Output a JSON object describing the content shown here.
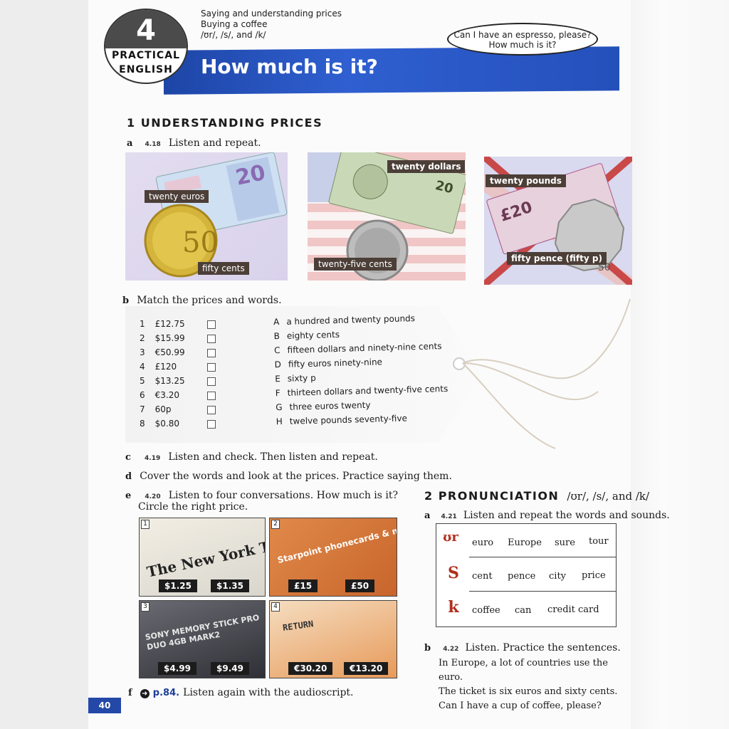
{
  "header": {
    "unit_number": "4",
    "unit_label_1": "PRACTICAL",
    "unit_label_2": "ENGLISH",
    "title": "How much is it?",
    "topics": [
      "Saying and understanding prices",
      "Buying a coffee",
      "/ʊr/, /s/, and /k/"
    ],
    "bubble_line1": "Can I have an espresso, please?",
    "bubble_line2": "How much is it?"
  },
  "section1": {
    "heading": "1 UNDERSTANDING PRICES",
    "a": {
      "letter": "a",
      "track": "4.18",
      "text": "Listen and repeat."
    },
    "images": [
      {
        "labels": [
          "twenty euros",
          "fifty cents"
        ]
      },
      {
        "labels": [
          "twenty dollars",
          "twenty-five cents"
        ]
      },
      {
        "labels": [
          "twenty pounds",
          "fifty pence (fifty p)"
        ]
      }
    ],
    "b": {
      "letter": "b",
      "text": "Match the prices and words."
    },
    "prices": [
      {
        "n": "1",
        "v": "£12.75"
      },
      {
        "n": "2",
        "v": "$15.99"
      },
      {
        "n": "3",
        "v": "€50.99"
      },
      {
        "n": "4",
        "v": "£120"
      },
      {
        "n": "5",
        "v": "$13.25"
      },
      {
        "n": "6",
        "v": "€3.20"
      },
      {
        "n": "7",
        "v": "60p"
      },
      {
        "n": "8",
        "v": "$0.80"
      }
    ],
    "words": [
      {
        "l": "A",
        "t": "a hundred and twenty pounds"
      },
      {
        "l": "B",
        "t": "eighty cents"
      },
      {
        "l": "C",
        "t": "fifteen dollars and ninety-nine cents"
      },
      {
        "l": "D",
        "t": "fifty euros ninety-nine"
      },
      {
        "l": "E",
        "t": "sixty p"
      },
      {
        "l": "F",
        "t": "thirteen dollars and twenty-five cents"
      },
      {
        "l": "G",
        "t": "three euros twenty"
      },
      {
        "l": "H",
        "t": "twelve pounds seventy-five"
      }
    ],
    "c": {
      "letter": "c",
      "track": "4.19",
      "text": "Listen and check. Then listen and repeat."
    },
    "d": {
      "letter": "d",
      "text": "Cover the words and look at the prices. Practice saying them."
    },
    "e": {
      "letter": "e",
      "track": "4.20",
      "text": "Listen to four conversations. How much is it?",
      "text2": "Circle the right price."
    },
    "photos": [
      {
        "num": "1",
        "prices": [
          "$1.25",
          "$1.35"
        ],
        "caption": "The New York Times"
      },
      {
        "num": "2",
        "prices": [
          "£15",
          "£50"
        ],
        "caption": "Starpoint phonecards & more"
      },
      {
        "num": "3",
        "prices": [
          "$4.99",
          "$9.49"
        ],
        "caption": "SONY MEMORY STICK PRO DUO 4GB MARK2"
      },
      {
        "num": "4",
        "prices": [
          "€30.20",
          "€13.20"
        ],
        "caption": "RETURN"
      }
    ],
    "f": {
      "letter": "f",
      "link": "p.84.",
      "text": "Listen again with the audioscript."
    }
  },
  "section2": {
    "heading": "2 PRONUNCIATION",
    "sounds": "/ʊr/, /s/, and /k/",
    "a": {
      "letter": "a",
      "track": "4.21",
      "text": "Listen and repeat the words and sounds."
    },
    "rows": [
      {
        "icon": "ʊr",
        "words": [
          "euro",
          "Europe",
          "sure",
          "tour"
        ]
      },
      {
        "icon": "S",
        "words": [
          "cent",
          "pence",
          "city",
          "price"
        ]
      },
      {
        "icon": "k",
        "words": [
          "coffee",
          "can",
          "credit card"
        ]
      }
    ],
    "b": {
      "letter": "b",
      "track": "4.22",
      "text": "Listen. Practice the sentences."
    },
    "sentences": [
      "In Europe, a lot of countries use the euro.",
      "The ticket is six euros and sixty cents.",
      "Can I have a cup of coffee, please?"
    ]
  },
  "footer": {
    "page_number": "40"
  }
}
